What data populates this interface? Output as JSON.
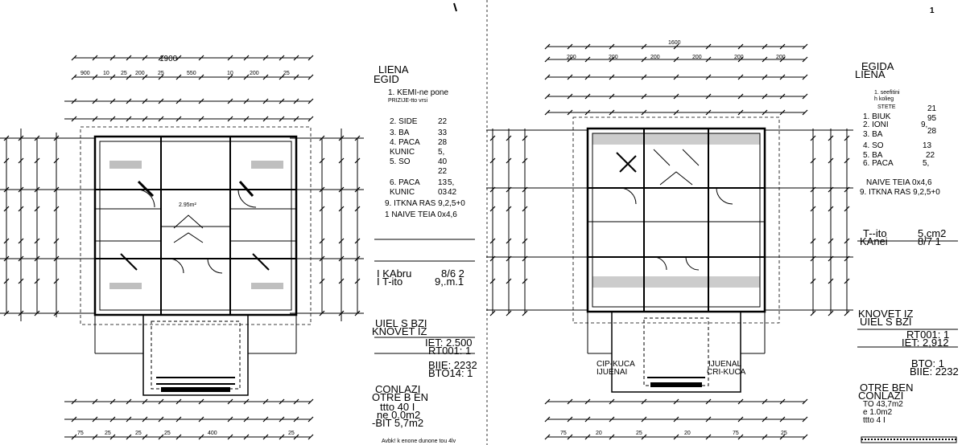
{
  "page_number": "1",
  "left_sheet": {
    "dims": {
      "top_total": "1900",
      "top_row2": [
        "900",
        "10",
        "25",
        "200",
        "25",
        "550",
        "10",
        "200",
        "25"
      ],
      "bottom_row": [
        "75",
        "25",
        "25",
        "25",
        "400",
        "25"
      ],
      "room_area": "2.95m²"
    },
    "legend_title": [
      "LIENA",
      "EGID"
    ],
    "legend_items": [
      "1. KEMI-ne pone",
      "PRIZIJE-tto vrsi",
      "2. SIDE",
      "3. BA",
      "4. PACA",
      "KUNIC",
      "5. SO",
      "6. PACA",
      "KUNIC",
      "9. ITKNA RAS 9,2,5+0",
      "1 NAIVE TEIA  0x4,6"
    ],
    "legend_values": [
      "22",
      "33",
      "28",
      "5,",
      "40",
      "22",
      "13",
      "03",
      "5,",
      "42"
    ],
    "block1": {
      "r1_label": "I KAbru",
      "r1_val": "8/6 2",
      "r2_label": "I T-ito",
      "r2_val": "9,.m.1"
    },
    "block2_title": [
      "UIEL S  BZI",
      "KNOVET IZ"
    ],
    "block2_rows": [
      "IET: 2.500",
      "RT001: 1",
      "BIIE: 2232",
      "BTO14: 1"
    ],
    "block3_title": [
      "CONLAZI",
      "OTRE B EN"
    ],
    "block3_rows": [
      "ttto 40 I",
      "ne 0.0m2",
      "-BIT 5,7m2"
    ],
    "footer_note": "Avbk! k enone dunone tou 4lv"
  },
  "right_sheet": {
    "dims": {
      "top_total": "1600",
      "top_row2": [
        "200",
        "200",
        "200",
        "200",
        "200",
        "200"
      ],
      "bottom_row": [
        "75",
        "20",
        "25",
        "20",
        "75",
        "25"
      ]
    },
    "legend_title": [
      "EGIDA",
      "LIENA"
    ],
    "legend_items": [
      "1. seefitini",
      "h kolieg",
      "STETE",
      "1. BIUK",
      "2. IONI",
      "3. BA",
      "4. SO",
      "5. BA",
      "6. PACA",
      "NAIVE TEIA  0x4,6",
      "9. ITKNA RAS 9,2,5+0"
    ],
    "legend_values": [
      "21",
      "95",
      "9,",
      "28",
      "13",
      "22",
      "5,"
    ],
    "block1": {
      "r1_label": "T--ito",
      "r1_val": "5,cm2",
      "r2_label": "KAnei",
      "r2_val": "8/7 1"
    },
    "block2_title": [
      "KNOVET IZ",
      "UIEL S  BZI"
    ],
    "block2_rows": [
      "RT001: 1",
      "IET: 2,912",
      "BTO: 1",
      "BIIE: 2232"
    ],
    "block3_title": [
      "OTRE BEN",
      "CONLAZI"
    ],
    "block3_rows": [
      "TO 43,7m2",
      "e 1.0m2",
      "ttto 4 I"
    ],
    "entry_labels": [
      "CIP-KUCA",
      "IJUENAI",
      "IJUENAL",
      "CRI-KUCA"
    ]
  }
}
